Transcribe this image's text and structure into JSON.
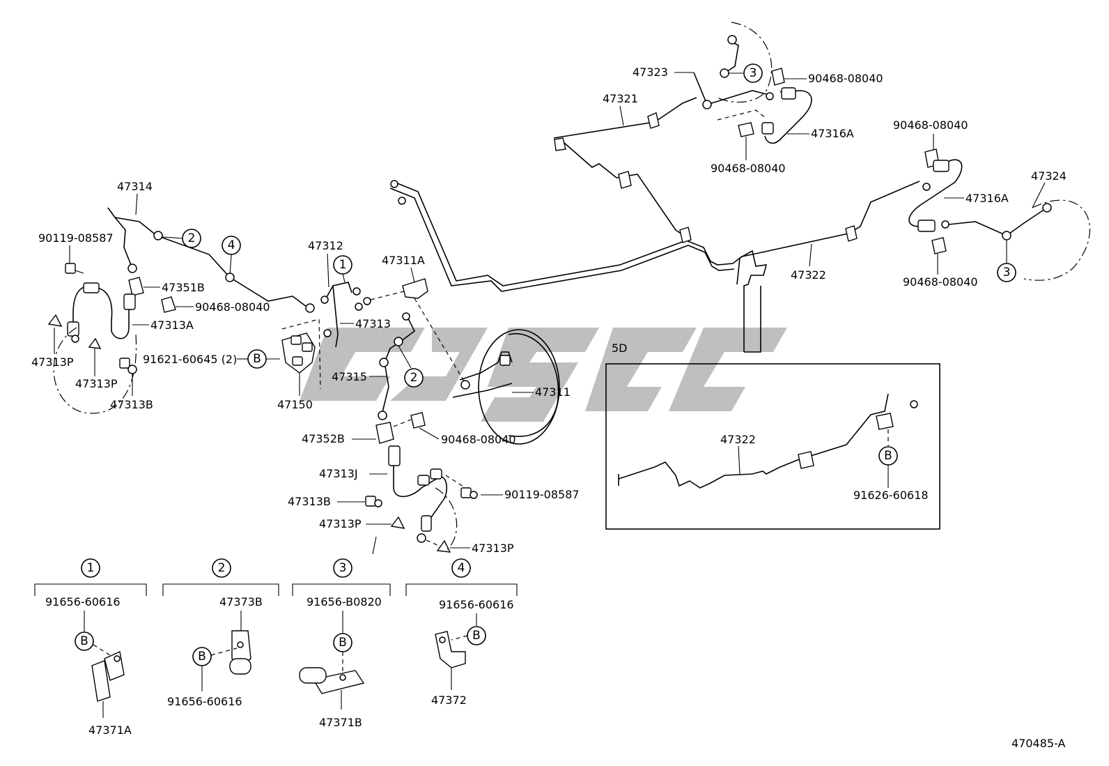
{
  "diagram_code": "470485-A",
  "inset_label": "5D",
  "callout_symbols": {
    "one": "1",
    "two": "2",
    "three": "3",
    "four": "4",
    "b": "B"
  },
  "labels": {
    "l47323": "47323",
    "l90468_top": "90468-08040",
    "l47321": "47321",
    "l47316A_top": "47316A",
    "l90468_top_lower": "90468-08040",
    "l90468_right_top": "90468-08040",
    "l47324": "47324",
    "l47316A_right": "47316A",
    "l47322_main": "47322",
    "l90468_right_bottom": "90468-08040",
    "l47314": "47314",
    "l90119_left": "90119-08587",
    "l47351B": "47351B",
    "l90468_left": "90468-08040",
    "l47313A": "47313A",
    "l47313P_left": "47313P",
    "l47313P_mid": "47313P",
    "l47313B_left": "47313B",
    "l91621": "91621-60645 (2)",
    "l47150": "47150",
    "l47312": "47312",
    "l47313": "47313",
    "l47311A": "47311A",
    "l47315": "47315",
    "l47311": "47311",
    "l47352B": "47352B",
    "l90468_center": "90468-08040",
    "l47313J": "47313J",
    "l90119_center": "90119-08587",
    "l47313B_center": "47313B",
    "l47313P_center": "47313P",
    "l47313P_center_right": "47313P",
    "l47322_inset": "47322",
    "l91626": "91626-60618"
  },
  "legend": [
    {
      "symbol": "1",
      "clip_part": "91656-60616",
      "bracket_part": "47371A"
    },
    {
      "symbol": "2",
      "clip_part": "91656-60616",
      "bracket_part": "47373B"
    },
    {
      "symbol": "3",
      "clip_part": "91656-B0820",
      "bracket_part": "47371B"
    },
    {
      "symbol": "4",
      "clip_part": "91656-60616",
      "bracket_part": "47372"
    }
  ]
}
